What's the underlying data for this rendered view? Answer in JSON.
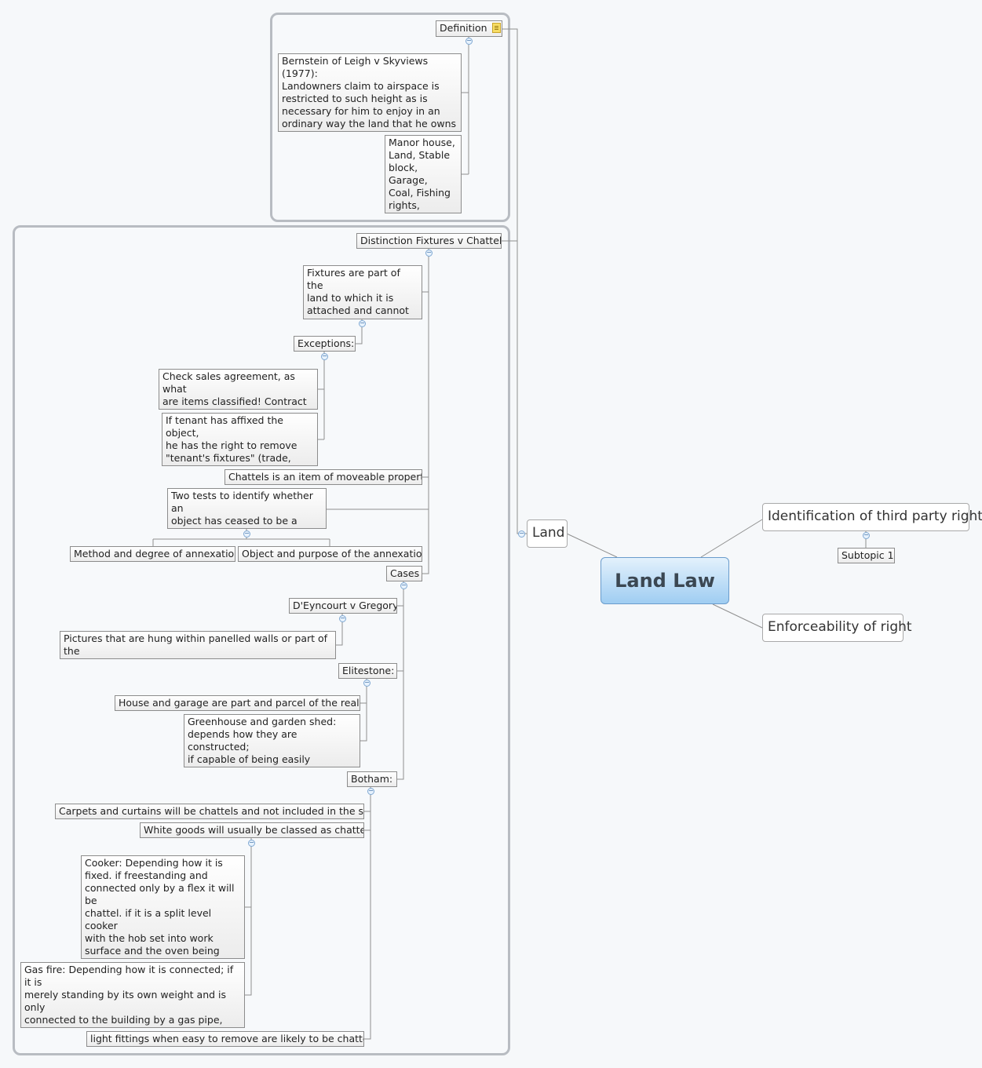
{
  "root": {
    "title": "Land Law"
  },
  "main_topics": {
    "land": "Land",
    "identification": "Identification of third party right",
    "identification_sub": "Subtopic 1",
    "enforceability": "Enforceability of right"
  },
  "definition": {
    "title": "Definition",
    "bernstein": "Bernstein of Leigh v Skyviews (1977):\nLandowners claim to airspace is\nrestricted to such height as is\nnecessary for him to enjoy in an\nordinary way the land that he owns\nand the structures are placed upon",
    "items": "Manor house,\nLand, Stable\nblock, Garage,\nCoal, Fishing\nrights, manor,\nRight of way"
  },
  "distinction": {
    "title": "Distinction Fixtures v Chattels",
    "fixtures": "Fixtures are part of the\nland to which it is\nattached and cannot be\nremoved!",
    "exceptions": "Exceptions:",
    "exception_sales": "Check sales agreement, as what\nare items classified! Contract\nprevails!",
    "exception_tenant": "If tenant has affixed the object,\nhe has the right to remove\n\"tenant's fixtures\" (trade,\nagricultural or ornamental).",
    "chattels": "Chattels is an item of moveable property",
    "two_tests": "Two tests to identify whether an\nobject has ceased to be a chattel\nand become a fixture:",
    "test_method": "Method and degree of annexation",
    "test_object": "Object and purpose of the annexation",
    "cases": "Cases",
    "deyncourt": "D'Eyncourt v Gregory",
    "deyncourt_detail": "Pictures that are hung within panelled walls or part of the\noverall architectural design of the room: may be fixtures",
    "elitestone": "Elitestone:",
    "elitestone_house": "House and garage are part and parcel of the realty",
    "elitestone_greenhouse": "Greenhouse and garden shed:\ndepends how they are constructed;\nif capable of being easily dismantled\nand moved, then they are chattels!",
    "botham": "Botham:",
    "botham_carpets": "Carpets and curtains will be chattels and not included in the sale",
    "botham_white_goods": "White goods will usually be classed as chattels",
    "botham_cooker": "Cooker: Depending how it is\nfixed. if freestanding and\nconnected only by a flex it will be\nchattel. if it is a split level cooker\nwith the hob set into work\nsurface and the oven being part\nof kitchen cabinet, it will be a\nfixture!",
    "botham_gas_fire": "Gas fire: Depending how it is connected; if it is\nmerely standing by its own weight and is only\nconnected to the building by a gas pipe, then\nit is NOT fixture as the connection is only\nnecessary to enable it to be used.",
    "botham_light": "light fittings when easy to remove are likely to be chattels"
  },
  "colors": {
    "root_fill": "#9fcdf2",
    "line": "#8f8f8f",
    "boundary": "#b8bcc2"
  }
}
